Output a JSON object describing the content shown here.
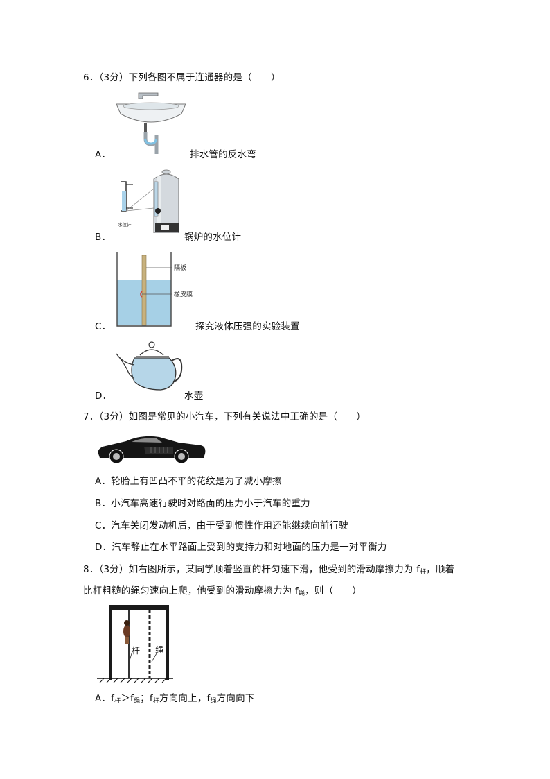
{
  "q6": {
    "stem": "6．（3分）下列各图不属于连通器的是（　　）",
    "options": [
      {
        "letter": "A．",
        "caption": "排水管的反水弯"
      },
      {
        "letter": "B．",
        "caption": "锅炉的水位计",
        "fig_label": "水位计"
      },
      {
        "letter": "C．",
        "caption": "探究液体压强的实验装置",
        "fig_labels": [
          "隔板",
          "橡皮膜"
        ]
      },
      {
        "letter": "D．",
        "caption": "水壶"
      }
    ]
  },
  "q7": {
    "stem": "7．（3分）如图是常见的小汽车，下列有关说法中正确的是（　　）",
    "options": [
      "A．轮胎上有凹凸不平的花纹是为了减小摩擦",
      "B．小汽车高速行驶时对路面的压力小于汽车的重力",
      "C．汽车关闭发动机后，由于受到惯性作用还能继续向前行驶",
      "D．汽车静止在水平路面上受到的支持力和对地面的压力是一对平衡力"
    ]
  },
  "q8": {
    "stem_a": "8．（3分）如右图所示，某同学顺着竖直的杆匀速下滑，他受到的滑动摩擦力为 f",
    "sub_gan": "杆",
    "stem_b": "，顺着",
    "line2_a": "比杆粗糙的绳匀速向上爬，他受到的滑动摩擦力为 f",
    "sub_sheng": "绳",
    "line2_b": "，则（　　）",
    "fig_labels": {
      "pole": "杆",
      "rope": "绳"
    },
    "option_a": {
      "p1": "A．f",
      "s1": "杆",
      "p2": "＞f",
      "s2": "绳",
      "p3": "；f",
      "s3": "杆",
      "p4": "方向向上，f",
      "s4": "绳",
      "p5": "方向向下"
    }
  }
}
